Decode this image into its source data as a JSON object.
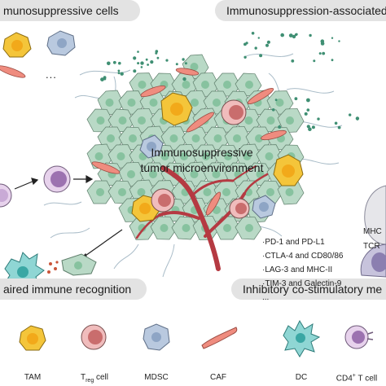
{
  "headers": {
    "top_left": "munosuppressive cells",
    "top_right": "Immunosuppression-associated",
    "bottom_left": "aired immune recognition",
    "bottom_right": "Inhibitory co-stimulatory me"
  },
  "center": {
    "line1": "Immunosuppressive",
    "line2": "tumor microenvironment"
  },
  "ellipsis": "...",
  "checkpoints": [
    "·PD-1 and PD-L1",
    "·CTLA-4 and CD80/86",
    "·LAG-3 and MHC-II",
    "·TIM-3 and Galectin-9",
    "..."
  ],
  "side_labels": {
    "mhc": "MHC",
    "tcr": "TCR"
  },
  "legend": {
    "tam": "TAM",
    "treg_prefix": "T",
    "treg_sub": "reg",
    "treg_suffix": " cell",
    "mdsc": "MDSC",
    "caf": "CAF",
    "dc": "DC",
    "cd4_prefix": "CD4",
    "cd4_sup": "+",
    "cd4_suffix": " T cell"
  },
  "colors": {
    "tumor_cell": "#b9d9c6",
    "tumor_nucleus": "#87c29f",
    "tumor_outline": "#5f7f6c",
    "tam_fill": "#f4c53a",
    "tam_nucleus": "#f2a91a",
    "treg_fill": "#f0bcbc",
    "treg_nucleus": "#c96d6d",
    "mdsc_fill": "#b9c9df",
    "mdsc_nucleus": "#8ea5c5",
    "caf_fill": "#ef8c7f",
    "dc_fill": "#8fd6d4",
    "dc_nucleus": "#3aa7a4",
    "cd4_fill": "#e7d2ec",
    "cd4_nucleus": "#9c72b0",
    "vessel": "#b53a42",
    "dots": "#3f8f73",
    "header_bg": "#e3e3e3"
  }
}
